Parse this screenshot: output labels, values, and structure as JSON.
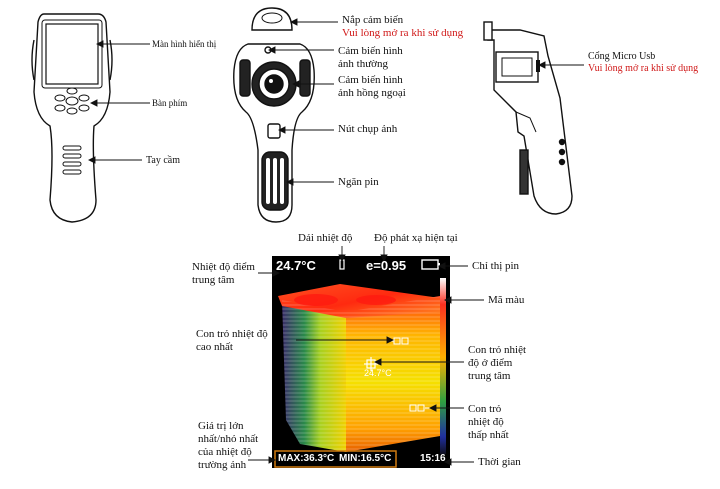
{
  "labels": {
    "screen": "Màn hình hiển thị",
    "keypad": "Bàn phím",
    "handle": "Tay cầm",
    "sensor_cover": "Nắp cảm biến",
    "sensor_cover_note": "Vui lòng mở ra khi sử dụng",
    "visual_sensor_1": "Cảm biến hình",
    "visual_sensor_2": "ảnh thường",
    "ir_sensor_1": "Cảm biến hình",
    "ir_sensor_2": "ảnh hồng ngoại",
    "capture_button": "Nút chụp ảnh",
    "battery_compartment": "Ngăn pin",
    "usb_port": "Cổng Micro Usb",
    "usb_port_note": "Vui lòng mở ra khi sử dụng",
    "temp_range": "Dải nhiệt độ",
    "emissivity": "Độ phát xạ hiện tại",
    "center_temp_1": "Nhiệt độ điểm",
    "center_temp_2": "trung tâm",
    "battery_indicator": "Chỉ thị pin",
    "color_code": "Mã màu",
    "hot_cursor_1": "Con trỏ nhiệt độ",
    "hot_cursor_2": "cao nhất",
    "center_cursor_1": "Con trỏ nhiệt",
    "center_cursor_2": "độ ở điểm",
    "center_cursor_3": "trung tâm",
    "cold_cursor_1": "Con trỏ",
    "cold_cursor_2": "nhiệt độ",
    "cold_cursor_3": "thấp nhất",
    "maxmin_1": "Giá trị lớn",
    "maxmin_2": "nhất/nhỏ nhất",
    "maxmin_3": "của nhiệt độ",
    "maxmin_4": "trường ảnh",
    "time": "Thời gian"
  },
  "overlay": {
    "center_temp": "24.7°C",
    "emissivity": "e=0.95",
    "center_marker": "24.7°C",
    "max": "MAX:36.3°C",
    "min": "MIN:16.5°C",
    "clock": "15:16"
  },
  "colors": {
    "note_red": "#d01818",
    "screen_black": "#000000"
  }
}
